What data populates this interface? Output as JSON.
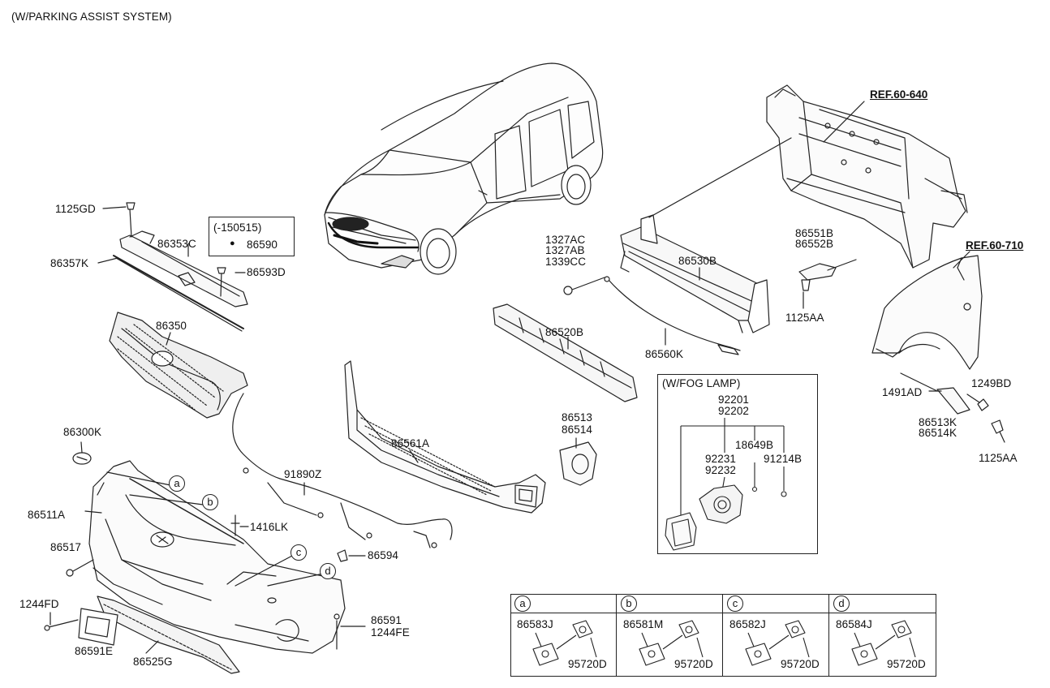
{
  "header": {
    "title": "(W/PARKING ASSIST SYSTEM)"
  },
  "refs": {
    "upper": "REF.60-640",
    "fender": "REF.60-710"
  },
  "labels": {
    "p1125GD": "1125GD",
    "p86353C": "86353C",
    "p86357K": "86357K",
    "p86593D": "86593D",
    "p150515": "(-150515)",
    "p86590": "86590",
    "p86350": "86350",
    "p86300K": "86300K",
    "p86511A": "86511A",
    "p86517": "86517",
    "p1244FD": "1244FD",
    "p86591E": "86591E",
    "p86525G": "86525G",
    "p1416LK": "1416LK",
    "p86594": "86594",
    "p86591": "86591",
    "p1244FE": "1244FE",
    "p91890Z": "91890Z",
    "p86561A": "86561A",
    "p86520B": "86520B",
    "p86513": "86513",
    "p86514": "86514",
    "p1327AC": "1327AC",
    "p1327AB": "1327AB",
    "p1339CC": "1339CC",
    "p86530B": "86530B",
    "p86560K": "86560K",
    "p86551B": "86551B",
    "p86552B": "86552B",
    "p1125AA_a": "1125AA",
    "p1491AD": "1491AD",
    "p1249BD": "1249BD",
    "p86513K": "86513K",
    "p86514K": "86514K",
    "p1125AA_b": "1125AA"
  },
  "callouts": {
    "a": "a",
    "b": "b",
    "c": "c",
    "d": "d"
  },
  "fog": {
    "title": "(W/FOG LAMP)",
    "p92201": "92201",
    "p92202": "92202",
    "p18649B": "18649B",
    "p92231": "92231",
    "p92232": "92232",
    "p91214B": "91214B"
  },
  "legend": [
    {
      "letter": "a",
      "part": "86583J",
      "sensor": "95720D"
    },
    {
      "letter": "b",
      "part": "86581M",
      "sensor": "95720D"
    },
    {
      "letter": "c",
      "part": "86582J",
      "sensor": "95720D"
    },
    {
      "letter": "d",
      "part": "86584J",
      "sensor": "95720D"
    }
  ]
}
